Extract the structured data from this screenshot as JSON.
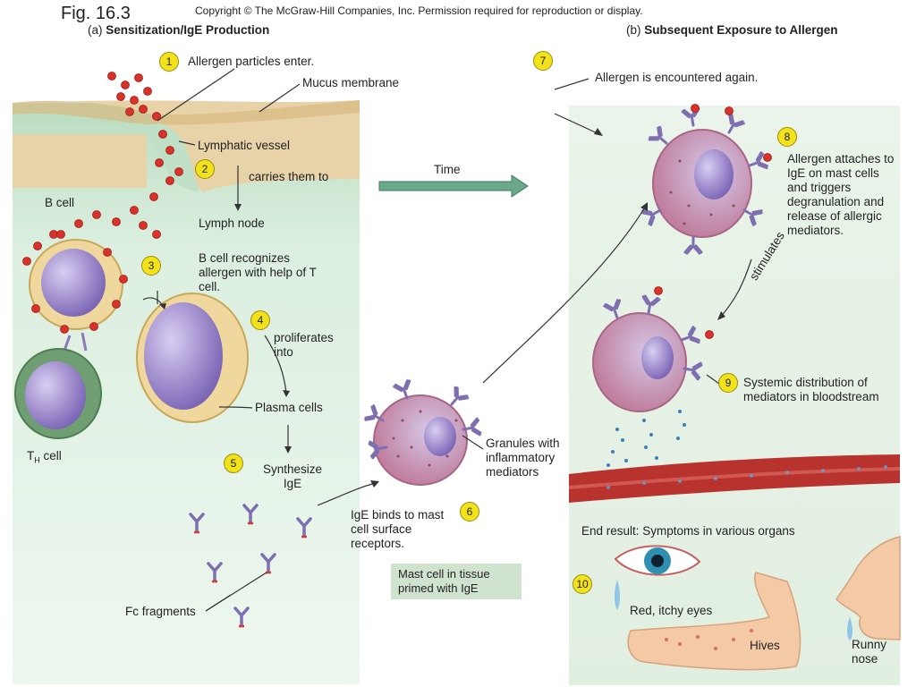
{
  "figure_label": "Fig. 16.3",
  "copyright": "Copyright © The McGraw-Hill Companies, Inc. Permission required for reproduction or display.",
  "panel_a": {
    "letter": "(a)",
    "title": "Sensitization/IgE Production"
  },
  "panel_b": {
    "letter": "(b)",
    "title": "Subsequent Exposure to Allergen"
  },
  "steps": {
    "s1": {
      "num": "1",
      "text": "Allergen particles enter."
    },
    "s2": {
      "num": "2",
      "text": "carries them to"
    },
    "s3": {
      "num": "3",
      "text": "B cell recognizes allergen with help of T cell."
    },
    "s4": {
      "num": "4",
      "text": "proliferates into"
    },
    "s5": {
      "num": "5",
      "text": "Synthesize IgE"
    },
    "s6": {
      "num": "6",
      "text": "IgE binds to mast cell surface receptors."
    },
    "s7": {
      "num": "7",
      "text": "Allergen is encountered again."
    },
    "s8": {
      "num": "8",
      "text": "Allergen attaches to IgE on mast cells and triggers degranulation and release of allergic mediators."
    },
    "s9": {
      "num": "9",
      "text": "Systemic distribution of mediators in bloodstream"
    },
    "s10": {
      "num": "10",
      "text": "Red, itchy eyes"
    }
  },
  "labels": {
    "mucus_membrane": "Mucus membrane",
    "lymphatic_vessel": "Lymphatic vessel",
    "lymph_node": "Lymph node",
    "b_cell": "B cell",
    "th_cell_main": "T",
    "th_cell_sub": "H",
    "th_cell_rest": " cell",
    "plasma_cells": "Plasma cells",
    "fc_fragments": "Fc fragments",
    "granules": "Granules with inflammatory mediators",
    "mast_cell_box": "Mast cell in tissue primed with IgE",
    "time": "Time",
    "stimulates": "stimulates",
    "end_result": "End result: Symptoms in various organs",
    "hives": "Hives",
    "runny_nose": "Runny nose"
  },
  "colors": {
    "tissue_green": "#d6e9d8",
    "mucus_tan": "#e8d2a8",
    "allergen_red": "#d8322a",
    "antibody_purple": "#7d6fb0",
    "mast_cell_pink": "#c98aa6",
    "b_cell_purple": "#8f7cc0",
    "blood_vessel": "#b8322e",
    "badge_yellow": "#f2e21a"
  }
}
